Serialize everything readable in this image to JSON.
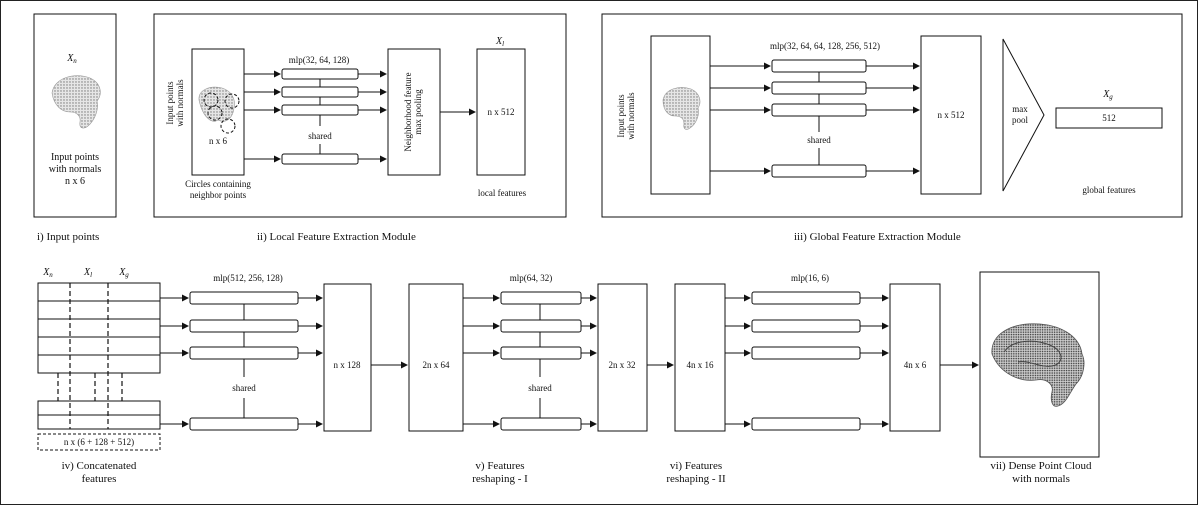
{
  "math": {
    "xn": "X",
    "xn_sub": "n",
    "xl": "X",
    "xl_sub": "l",
    "xg": "X",
    "xg_sub": "g"
  },
  "panel_input": {
    "label_l1": "Input points",
    "label_l2": "with normals",
    "label_l3": "n x 6",
    "caption": "i) Input points"
  },
  "panel_local": {
    "rot_l1": "Input points",
    "rot_l2": "with normals",
    "box_label": "n x 6",
    "mlp": "mlp(32, 64, 128)",
    "shared": "shared",
    "pool_l1": "Neighborhood feature",
    "pool_l2": "max pooling",
    "out_label": "n x 512",
    "note_l1": "Circles containing",
    "note_l2": "neighbor points",
    "local_features": "local features",
    "caption": "ii) Local Feature Extraction Module"
  },
  "panel_global": {
    "rot_l1": "Input points",
    "rot_l2": "with normals",
    "mlp": "mlp(32, 64, 64, 128, 256, 512)",
    "shared": "shared",
    "mid_label": "n x 512",
    "pool_l1": "max",
    "pool_l2": "pool",
    "out_value": "512",
    "global_features": "global features",
    "caption": "iii) Global Feature Extraction Module"
  },
  "bottom": {
    "concat_label": "n x (6 + 128 + 512)",
    "mlp1": "mlp(512, 256, 128)",
    "shared1": "shared",
    "box1": "n x 128",
    "box2": "2n x 64",
    "mlp2": "mlp(64, 32)",
    "shared2": "shared",
    "box3": "2n x 32",
    "box4": "4n x 16",
    "mlp3": "mlp(16, 6)",
    "box5": "4n x 6",
    "cap4_l1": "iv) Concatenated",
    "cap4_l2": "features",
    "cap5_l1": "v) Features",
    "cap5_l2": "reshaping - I",
    "cap6_l1": "vi) Features",
    "cap6_l2": "reshaping - II",
    "cap7_l1": "vii) Dense Point Cloud",
    "cap7_l2": "with normals"
  }
}
